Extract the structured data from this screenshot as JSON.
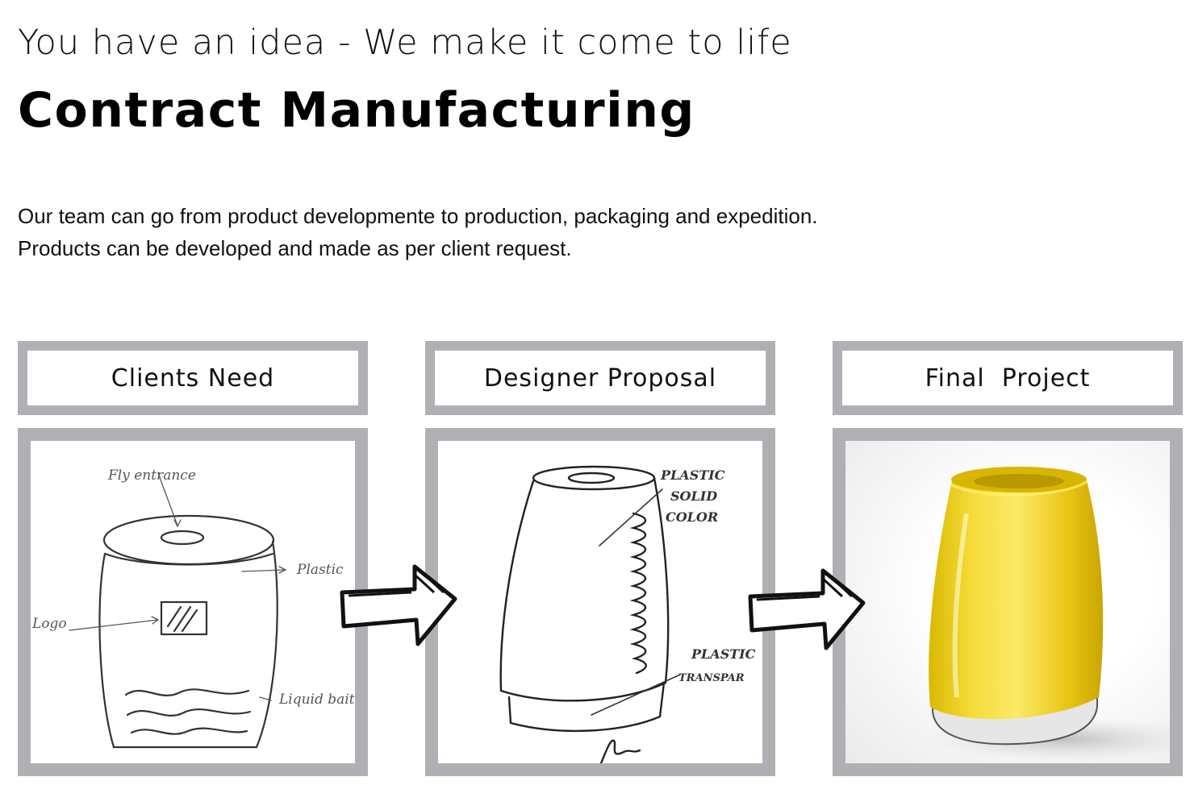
{
  "header": {
    "tagline": "You have an idea - We make it come to life",
    "title": "Contract Manufacturing"
  },
  "description": {
    "line1": "Our team can go from product developmente to production, packaging and expedition.",
    "line2": "Products can be developed and made as per client request."
  },
  "steps": [
    {
      "label": "Clients Need",
      "annotations": [
        "Fly entrance",
        "Plastic",
        "Logo",
        "Liquid bait"
      ]
    },
    {
      "label": "Designer Proposal",
      "annotations": [
        "PLASTIC",
        "SOLID",
        "COLOR",
        "PLASTIC",
        "TRANSPAR"
      ]
    },
    {
      "label": "Final  Project",
      "annotations": []
    }
  ],
  "colors": {
    "frame": "#b0b0b4",
    "product_yellow": "#f2d324"
  },
  "icons": [
    "right-arrow-icon",
    "right-arrow-icon"
  ]
}
